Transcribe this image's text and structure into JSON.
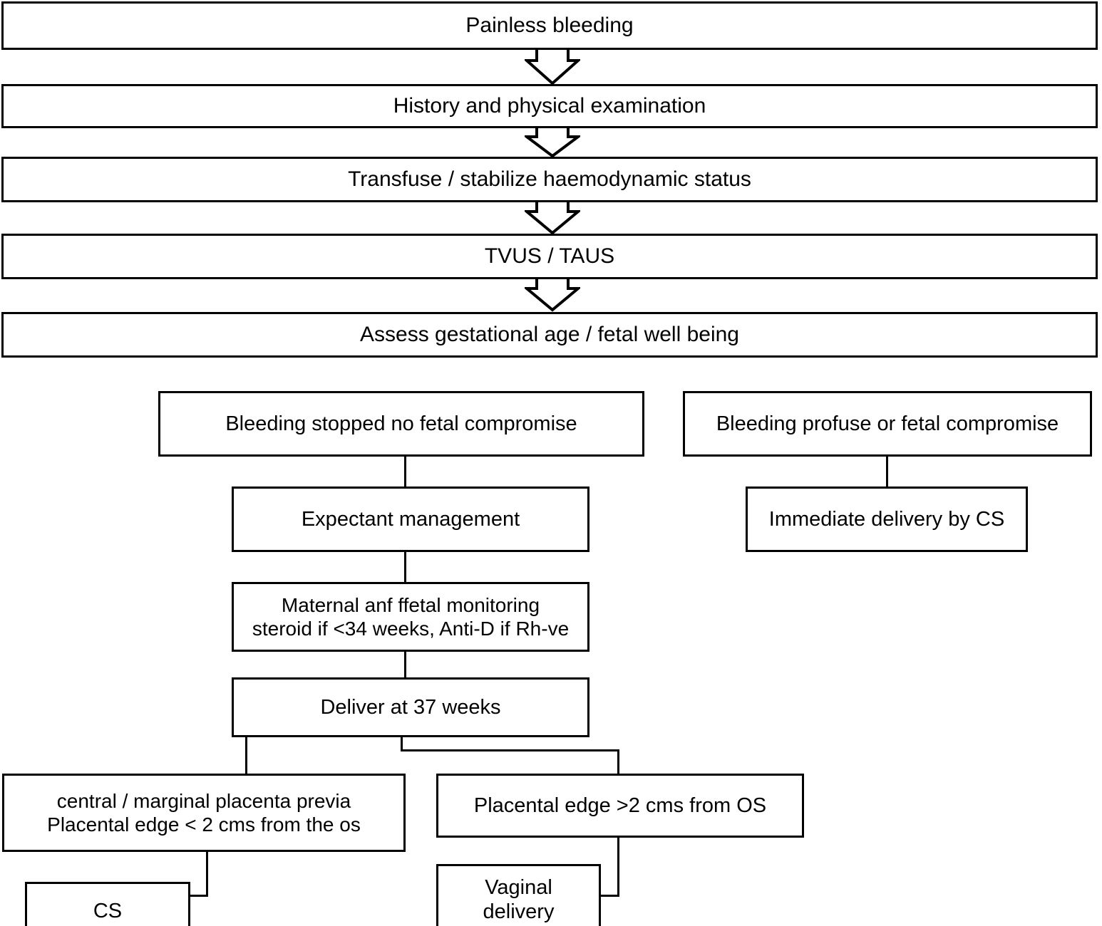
{
  "diagram": {
    "title": "Painless bleeding management flowchart",
    "stroke_color": "#000000",
    "background_color": "#ffffff",
    "nodes": [
      {
        "id": "painless_bleeding",
        "label": "Painless bleeding"
      },
      {
        "id": "history_exam",
        "label": "History and physical examination"
      },
      {
        "id": "transfuse",
        "label": "Transfuse / stabilize haemodynamic status"
      },
      {
        "id": "tvus_taus",
        "label": "TVUS / TAUS"
      },
      {
        "id": "assess_gestational",
        "label": "Assess gestational age / fetal well being"
      },
      {
        "id": "bleeding_stopped",
        "label": "Bleeding stopped no fetal compromise"
      },
      {
        "id": "bleeding_profuse",
        "label": "Bleeding profuse or fetal compromise"
      },
      {
        "id": "expectant_management",
        "label": "Expectant management"
      },
      {
        "id": "immediate_delivery_cs",
        "label": "Immediate delivery by CS"
      },
      {
        "id": "maternal_monitoring",
        "label": "Maternal anf ffetal monitoring\nsteroid if <34 weeks, Anti-D if Rh-ve"
      },
      {
        "id": "deliver_37_weeks",
        "label": "Deliver at 37 weeks"
      },
      {
        "id": "central_marginal_previa",
        "label": "central / marginal placenta previa\nPlacental edge < 2 cms from the os"
      },
      {
        "id": "placental_edge_gt2",
        "label": "Placental edge >2 cms from OS"
      },
      {
        "id": "cs",
        "label": "CS"
      },
      {
        "id": "vaginal_delivery",
        "label": "Vaginal\ndelivery"
      }
    ],
    "arrows": [
      {
        "id": "arrow-painless-to-history",
        "kind": "hollow-down-arrow"
      },
      {
        "id": "arrow-history-to-transfuse",
        "kind": "hollow-down-arrow"
      },
      {
        "id": "arrow-transfuse-to-tvus",
        "kind": "hollow-down-arrow"
      },
      {
        "id": "arrow-tvus-to-assess",
        "kind": "hollow-down-arrow"
      }
    ]
  }
}
